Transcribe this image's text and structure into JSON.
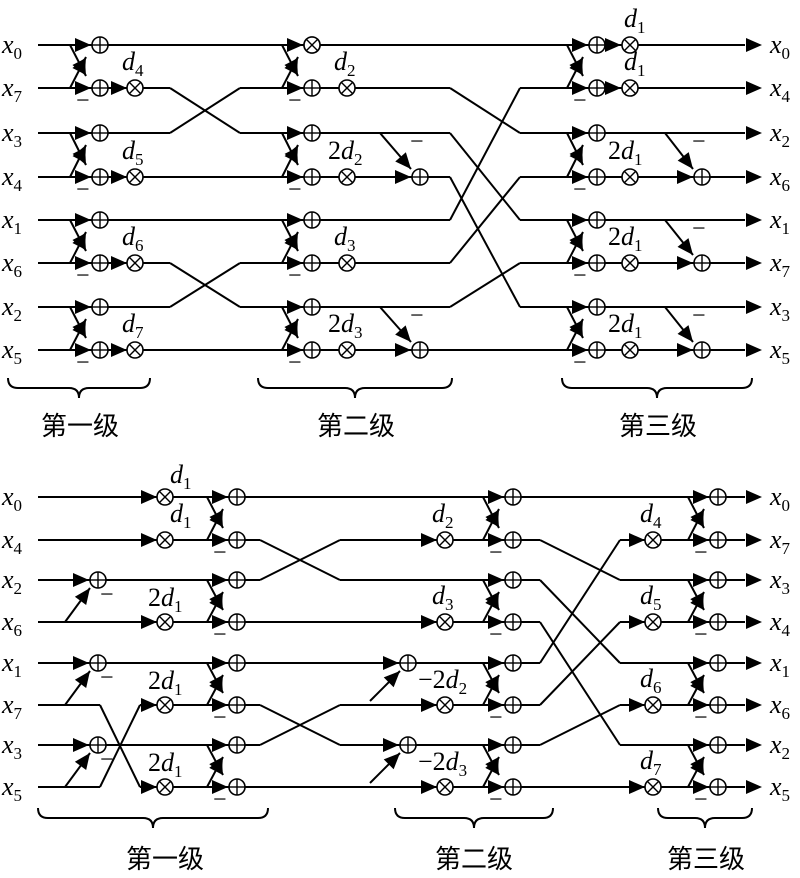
{
  "top": {
    "inputs": [
      {
        "v": "x",
        "s": "0"
      },
      {
        "v": "x",
        "s": "7"
      },
      {
        "v": "x",
        "s": "3"
      },
      {
        "v": "x",
        "s": "4"
      },
      {
        "v": "x",
        "s": "1"
      },
      {
        "v": "x",
        "s": "6"
      },
      {
        "v": "x",
        "s": "2"
      },
      {
        "v": "x",
        "s": "5"
      }
    ],
    "outputs": [
      {
        "v": "x",
        "s": "0"
      },
      {
        "v": "x",
        "s": "4"
      },
      {
        "v": "x",
        "s": "2"
      },
      {
        "v": "x",
        "s": "6"
      },
      {
        "v": "x",
        "s": "1"
      },
      {
        "v": "x",
        "s": "7"
      },
      {
        "v": "x",
        "s": "3"
      },
      {
        "v": "x",
        "s": "5"
      }
    ],
    "coef1": [
      {
        "p": "",
        "v": "d",
        "s": "4"
      },
      {
        "p": "",
        "v": "d",
        "s": "5"
      },
      {
        "p": "",
        "v": "d",
        "s": "6"
      },
      {
        "p": "",
        "v": "d",
        "s": "7"
      }
    ],
    "coef2": [
      {
        "p": "",
        "v": "d",
        "s": "2"
      },
      {
        "p": "2",
        "v": "d",
        "s": "2"
      },
      {
        "p": "",
        "v": "d",
        "s": "3"
      },
      {
        "p": "2",
        "v": "d",
        "s": "3"
      }
    ],
    "coef3": [
      {
        "p": "",
        "v": "d",
        "s": "1"
      },
      {
        "p": "",
        "v": "d",
        "s": "1"
      },
      {
        "p": "2",
        "v": "d",
        "s": "1"
      },
      {
        "p": "2",
        "v": "d",
        "s": "1"
      },
      {
        "p": "2",
        "v": "d",
        "s": "1"
      }
    ],
    "stages": [
      "第一级",
      "第二级",
      "第三级"
    ]
  },
  "bottom": {
    "inputs": [
      {
        "v": "x",
        "s": "0"
      },
      {
        "v": "x",
        "s": "4"
      },
      {
        "v": "x",
        "s": "2"
      },
      {
        "v": "x",
        "s": "6"
      },
      {
        "v": "x",
        "s": "1"
      },
      {
        "v": "x",
        "s": "7"
      },
      {
        "v": "x",
        "s": "3"
      },
      {
        "v": "x",
        "s": "5"
      }
    ],
    "outputs": [
      {
        "v": "x",
        "s": "0"
      },
      {
        "v": "x",
        "s": "7"
      },
      {
        "v": "x",
        "s": "3"
      },
      {
        "v": "x",
        "s": "4"
      },
      {
        "v": "x",
        "s": "1"
      },
      {
        "v": "x",
        "s": "6"
      },
      {
        "v": "x",
        "s": "2"
      },
      {
        "v": "x",
        "s": "5"
      }
    ],
    "coef1": [
      {
        "p": "",
        "v": "d",
        "s": "1"
      },
      {
        "p": "",
        "v": "d",
        "s": "1"
      },
      {
        "p": "2",
        "v": "d",
        "s": "1"
      },
      {
        "p": "2",
        "v": "d",
        "s": "1"
      },
      {
        "p": "2",
        "v": "d",
        "s": "1"
      }
    ],
    "coef2": [
      {
        "p": "",
        "v": "d",
        "s": "2"
      },
      {
        "p": "",
        "v": "d",
        "s": "3"
      },
      {
        "p": "−2",
        "v": "d",
        "s": "2"
      },
      {
        "p": "−2",
        "v": "d",
        "s": "3"
      }
    ],
    "coef3": [
      {
        "p": "",
        "v": "d",
        "s": "4"
      },
      {
        "p": "",
        "v": "d",
        "s": "5"
      },
      {
        "p": "",
        "v": "d",
        "s": "6"
      },
      {
        "p": "",
        "v": "d",
        "s": "7"
      }
    ],
    "stages": [
      "第一级",
      "第二级",
      "第三级"
    ]
  },
  "minus_sign": "−"
}
